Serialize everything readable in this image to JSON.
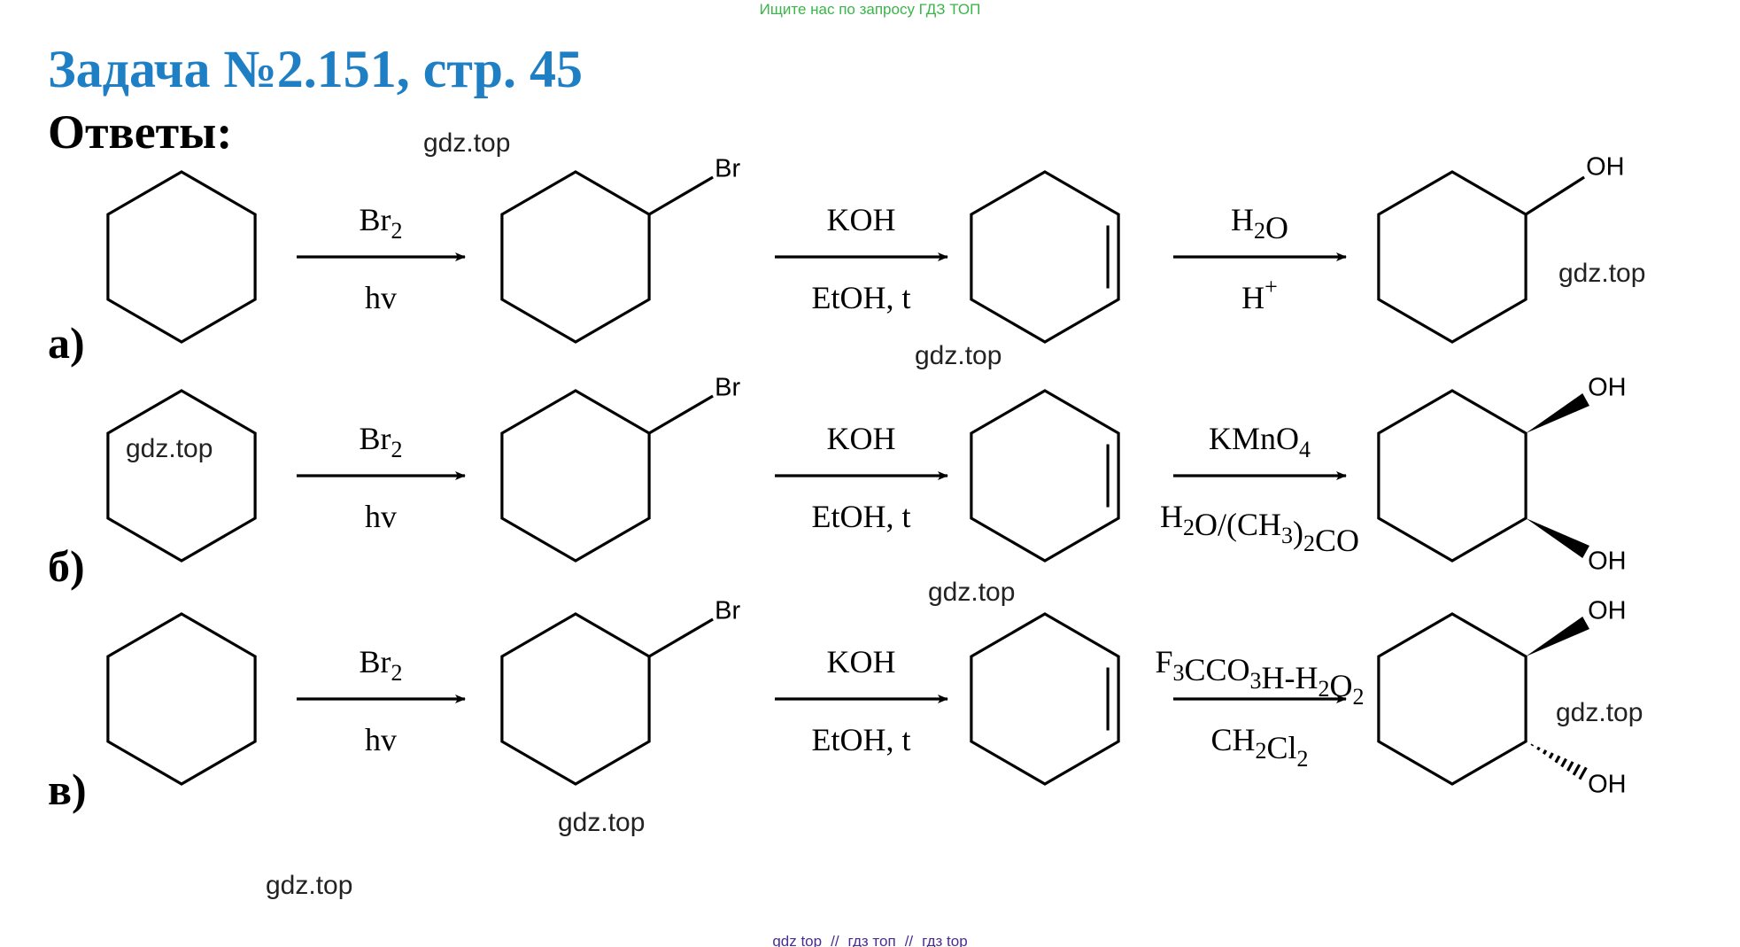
{
  "banner": "Ищите нас по запросу ГДЗ ТОП",
  "title": "Задача №2.151, стр. 45",
  "answers_heading": "Ответы:",
  "watermark": "gdz.top",
  "rows": [
    {
      "label": "а)",
      "steps": [
        {
          "above": [
            [
              "Br",
              ""
            ],
            [
              "2",
              "sub"
            ]
          ],
          "below": [
            [
              "hv",
              ""
            ]
          ]
        },
        {
          "above": [
            [
              "KOH",
              ""
            ]
          ],
          "below": [
            [
              "EtOH, t",
              ""
            ]
          ]
        },
        {
          "above": [
            [
              "H",
              ""
            ],
            [
              "2",
              "sub"
            ],
            [
              "O",
              ""
            ]
          ],
          "below": [
            [
              "H",
              ""
            ],
            [
              "+",
              "sup"
            ]
          ]
        }
      ],
      "substituents": [
        "Br",
        "OH"
      ]
    },
    {
      "label": "б)",
      "steps": [
        {
          "above": [
            [
              "Br",
              ""
            ],
            [
              "2",
              "sub"
            ]
          ],
          "below": [
            [
              "hv",
              ""
            ]
          ]
        },
        {
          "above": [
            [
              "KOH",
              ""
            ]
          ],
          "below": [
            [
              "EtOH, t",
              ""
            ]
          ]
        },
        {
          "above": [
            [
              "KMnO",
              ""
            ],
            [
              "4",
              "sub"
            ]
          ],
          "below": [
            [
              "H",
              ""
            ],
            [
              "2",
              "sub"
            ],
            [
              "O/(CH",
              ""
            ],
            [
              "3",
              "sub"
            ],
            [
              ")",
              ""
            ],
            [
              "2",
              "sub"
            ],
            [
              "CO",
              ""
            ]
          ]
        }
      ],
      "substituents": [
        "Br",
        "OH",
        "OH"
      ]
    },
    {
      "label": "в)",
      "steps": [
        {
          "above": [
            [
              "Br",
              ""
            ],
            [
              "2",
              "sub"
            ]
          ],
          "below": [
            [
              "hv",
              ""
            ]
          ]
        },
        {
          "above": [
            [
              "KOH",
              ""
            ]
          ],
          "below": [
            [
              "EtOH, t",
              ""
            ]
          ]
        },
        {
          "above": [
            [
              "F",
              ""
            ],
            [
              "3",
              "sub"
            ],
            [
              "CCO",
              ""
            ],
            [
              "3",
              "sub"
            ],
            [
              "H-H",
              ""
            ],
            [
              "2",
              "sub"
            ],
            [
              "O",
              ""
            ],
            [
              "2",
              "sub"
            ]
          ],
          "below": [
            [
              "CH",
              ""
            ],
            [
              "2",
              "sub"
            ],
            [
              "Cl",
              ""
            ],
            [
              "2",
              "sub"
            ]
          ]
        }
      ],
      "substituents": [
        "Br",
        "OH",
        "OH"
      ]
    }
  ],
  "footer": [
    "gdz top",
    "гдз топ",
    "гдз top"
  ],
  "footer_separator": "//"
}
